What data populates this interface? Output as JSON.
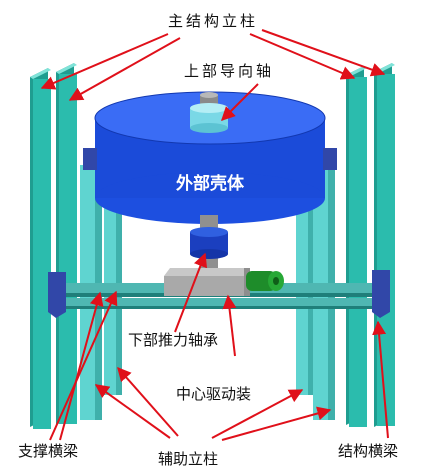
{
  "labels": {
    "main_columns": "主结构立柱",
    "upper_shaft": "上部导向轴",
    "outer_shell": "外部壳体",
    "lower_bearing": "下部推力轴承",
    "center_drive": "中心驱动装",
    "support_beam": "支撑横梁",
    "aux_columns": "辅助立柱",
    "structure_beam": "结构横梁"
  },
  "colors": {
    "column_teal": "#29b8a9",
    "column_dark": "#0f7d73",
    "aux_cyan": "#5fd4d0",
    "shell_blue": "#1d4fe0",
    "shell_top": "#3a6cf5",
    "arrow_red": "#e0101a",
    "bracket_navy": "#3147a8"
  }
}
